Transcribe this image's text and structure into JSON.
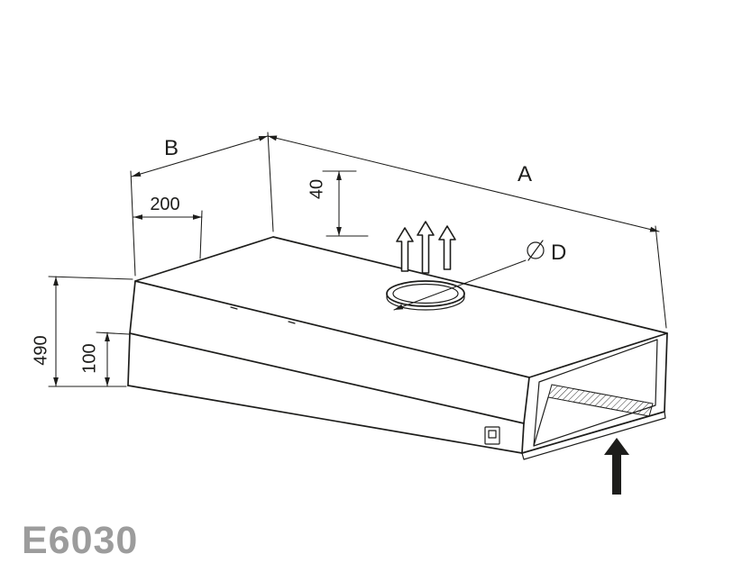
{
  "diagram": {
    "type": "technical-drawing",
    "subject": "wall-mounted-extraction-hood",
    "model": "E6030",
    "dimensions": {
      "length_label": "A",
      "depth_label": "B",
      "duct_offset": "200",
      "duct_collar_height": "40",
      "overall_height": "490",
      "front_panel_height": "100",
      "diameter_symbol": "⌀",
      "duct_diameter_label": "D"
    },
    "icons": {
      "exhaust_airflow": "three-outline-up-arrows",
      "intake_airflow": "solid-up-arrow",
      "diameter": "circle-with-slash"
    },
    "colors": {
      "line": "#1d1d1b",
      "model_text": "#9c9c9c",
      "background": "#ffffff"
    }
  }
}
